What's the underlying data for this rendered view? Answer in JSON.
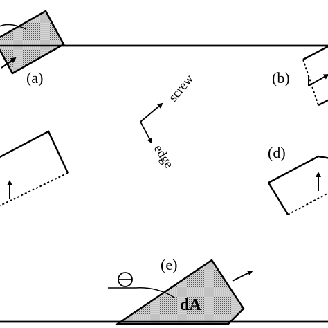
{
  "panels": {
    "a": "(a)",
    "b": "(b)",
    "d": "(d)",
    "e": "(e)"
  },
  "directions": {
    "screw": "screw",
    "edge": "edge"
  },
  "area_label": "dA",
  "colors": {
    "line": "#000000",
    "shade": "#c8c8c8"
  },
  "icons": {
    "dislocation_symbol": "theta-in-circle"
  }
}
